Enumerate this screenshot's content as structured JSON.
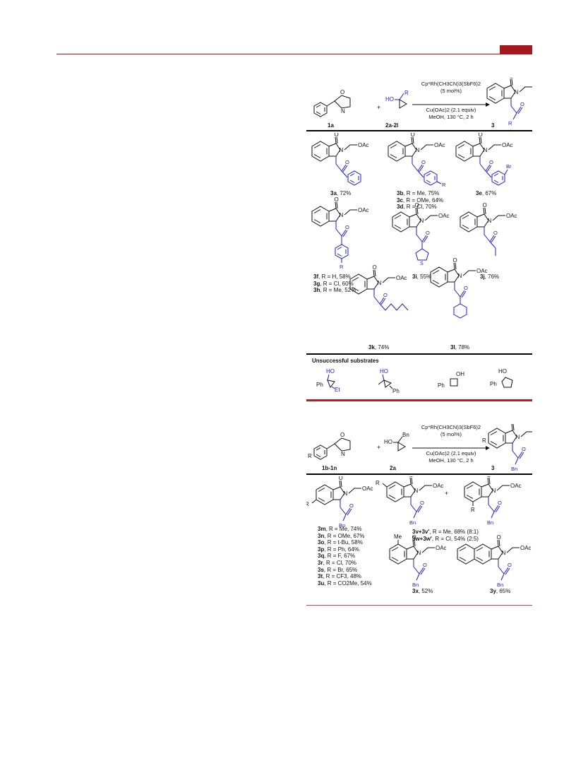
{
  "header": {
    "accent_color": "#a3191e"
  },
  "scheme1": {
    "conditions": [
      "Cp*Rh(CH3CN)3(SbF6)2",
      "(5 mol%)",
      "Cu(OAc)2 (2.1 equiv)",
      "MeOH, 130 °C, 2 h"
    ],
    "reactant1_label": "1a",
    "reactant2_label": "2a-2l",
    "product_label": "3",
    "products": [
      {
        "code": "3a",
        "text": ", 72%"
      },
      {
        "code": "3b",
        "text": ", R = Me, 75%"
      },
      {
        "code": "3c",
        "text": ", R = OMe, 64%"
      },
      {
        "code": "3d",
        "text": ", R = Cl, 70%"
      },
      {
        "code": "3e",
        "text": ", 67%"
      },
      {
        "code": "3f",
        "text": ", R = H, 58%"
      },
      {
        "code": "3g",
        "text": ", R = Cl, 60%"
      },
      {
        "code": "3h",
        "text": ", R = Me, 52%"
      },
      {
        "code": "3i",
        "text": ", 55%"
      },
      {
        "code": "3j",
        "text": ", 76%"
      },
      {
        "code": "3k",
        "text": ", 74%"
      },
      {
        "code": "3l",
        "text": ", 78%"
      }
    ],
    "unsuccessful_title": "Unsuccessful substrates",
    "unsuccessful_labels": [
      "HO",
      "Ph",
      "Et",
      "HO",
      "Ph",
      "OH",
      "Ph",
      "HO",
      "Ph"
    ]
  },
  "scheme2": {
    "conditions": [
      "Cp*Rh(CH3CN)3(SbF6)2",
      "(5 mol%)",
      "Cu(OAc)2 (2.1 equiv)",
      "MeOH, 130 °C, 2 h"
    ],
    "reactant1_label": "1b-1n",
    "reactant2_label": "2a",
    "product_label": "3",
    "products": [
      {
        "code": "3m",
        "text": ", R = Me, 74%"
      },
      {
        "code": "3n",
        "text": ", R = OMe, 67%"
      },
      {
        "code": "3o",
        "text": ", R = t-Bu, 58%"
      },
      {
        "code": "3p",
        "text": ", R = Ph, 64%"
      },
      {
        "code": "3q",
        "text": ", R = F, 67%"
      },
      {
        "code": "3r",
        "text": ", R = Cl, 70%"
      },
      {
        "code": "3s",
        "text": ", R = Br, 65%"
      },
      {
        "code": "3t",
        "text": ", R = CF3, 48%"
      },
      {
        "code": "3u",
        "text": ", R = CO2Me, 54%"
      },
      {
        "code": "3v+3v'",
        "text": ", R = Me, 68% (8:1)"
      },
      {
        "code": "3w+3w'",
        "text": ", R = Cl,  54% (2:5)"
      },
      {
        "code": "3x",
        "text": ", 52%"
      },
      {
        "code": "3y",
        "text": ", 65%"
      }
    ]
  },
  "atoms": {
    "O": "O",
    "N": "N",
    "OAc": "OAc",
    "R": "R",
    "HO": "HO",
    "Bn": "Bn",
    "Br": "Br",
    "S": "S",
    "Me": "Me",
    "plus": "+"
  },
  "colors": {
    "blue": "#1a1ad6",
    "black": "#111111",
    "red": "#b41e23"
  }
}
